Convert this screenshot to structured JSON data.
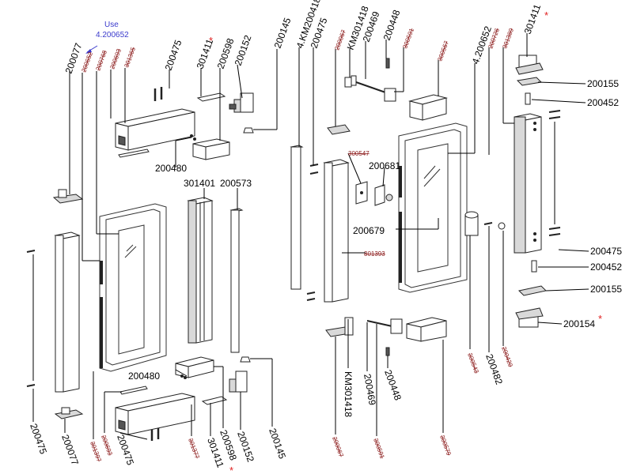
{
  "colors": {
    "label": "#000000",
    "obsolete_label": "#8b1a1a",
    "note": "#3a3acc",
    "star": "#e02020"
  },
  "note": {
    "line1": "Use",
    "line2": "4.200652"
  },
  "star_symbol": "*",
  "labels": [
    {
      "id": "l01",
      "text": "200077",
      "kind": "black"
    },
    {
      "id": "l02",
      "text": "200652",
      "kind": "red"
    },
    {
      "id": "l03",
      "text": "200768",
      "kind": "red"
    },
    {
      "id": "l04",
      "text": "200693",
      "kind": "red"
    },
    {
      "id": "l05",
      "text": "301365",
      "kind": "red"
    },
    {
      "id": "l06",
      "text": "200475",
      "kind": "black"
    },
    {
      "id": "l07",
      "text": "301411",
      "kind": "black",
      "star": true
    },
    {
      "id": "l08",
      "text": "200598",
      "kind": "black"
    },
    {
      "id": "l09",
      "text": "200152",
      "kind": "black"
    },
    {
      "id": "l10",
      "text": "200145",
      "kind": "black"
    },
    {
      "id": "l11",
      "text": "4.KM200418",
      "kind": "black"
    },
    {
      "id": "l12",
      "text": "200475",
      "kind": "black"
    },
    {
      "id": "l13",
      "text": "200067",
      "kind": "red"
    },
    {
      "id": "l14",
      "text": "KM301418",
      "kind": "black"
    },
    {
      "id": "l15",
      "text": "200469",
      "kind": "black"
    },
    {
      "id": "l16",
      "text": "200448",
      "kind": "black"
    },
    {
      "id": "l17",
      "text": "300591",
      "kind": "red"
    },
    {
      "id": "l18",
      "text": "300567",
      "kind": "red"
    },
    {
      "id": "l19",
      "text": "4.200652",
      "kind": "black"
    },
    {
      "id": "l20",
      "text": "200726",
      "kind": "red"
    },
    {
      "id": "l21",
      "text": "301389",
      "kind": "red"
    },
    {
      "id": "l22",
      "text": "301411",
      "kind": "black",
      "star": true
    },
    {
      "id": "l23",
      "text": "200155",
      "kind": "black"
    },
    {
      "id": "l24",
      "text": "200452",
      "kind": "black"
    },
    {
      "id": "l25",
      "text": "200480",
      "kind": "black"
    },
    {
      "id": "l26",
      "text": "301401",
      "kind": "black"
    },
    {
      "id": "l27",
      "text": "200573",
      "kind": "black"
    },
    {
      "id": "l28",
      "text": "300547",
      "kind": "red"
    },
    {
      "id": "l29",
      "text": "200681",
      "kind": "black"
    },
    {
      "id": "l30",
      "text": "200679",
      "kind": "black"
    },
    {
      "id": "l31",
      "text": "301393",
      "kind": "red"
    },
    {
      "id": "l32",
      "text": "200475",
      "kind": "black"
    },
    {
      "id": "l33",
      "text": "200452",
      "kind": "black"
    },
    {
      "id": "l34",
      "text": "200155",
      "kind": "black"
    },
    {
      "id": "l35",
      "text": "200154",
      "kind": "black",
      "star": true
    },
    {
      "id": "l36",
      "text": "200480",
      "kind": "black"
    },
    {
      "id": "l37",
      "text": "300543",
      "kind": "red"
    },
    {
      "id": "l38",
      "text": "200482",
      "kind": "black"
    },
    {
      "id": "l39",
      "text": "200420",
      "kind": "red"
    },
    {
      "id": "l40",
      "text": "KM301418",
      "kind": "black"
    },
    {
      "id": "l41",
      "text": "200469",
      "kind": "black"
    },
    {
      "id": "l42",
      "text": "200448",
      "kind": "black"
    },
    {
      "id": "l43",
      "text": "200475",
      "kind": "black"
    },
    {
      "id": "l44",
      "text": "200077",
      "kind": "black"
    },
    {
      "id": "l45",
      "text": "301397",
      "kind": "red"
    },
    {
      "id": "l46",
      "text": "200693",
      "kind": "red"
    },
    {
      "id": "l47",
      "text": "200475",
      "kind": "black"
    },
    {
      "id": "l48",
      "text": "301377",
      "kind": "red"
    },
    {
      "id": "l49",
      "text": "301411",
      "kind": "black",
      "star": true
    },
    {
      "id": "l50",
      "text": "200598",
      "kind": "black"
    },
    {
      "id": "l51",
      "text": "200152",
      "kind": "black"
    },
    {
      "id": "l52",
      "text": "200145",
      "kind": "black"
    },
    {
      "id": "l53",
      "text": "200067",
      "kind": "red"
    },
    {
      "id": "l54",
      "text": "300591",
      "kind": "red"
    },
    {
      "id": "l55",
      "text": "300579",
      "kind": "red"
    }
  ]
}
